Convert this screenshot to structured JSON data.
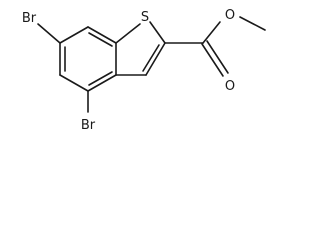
{
  "molecule": {
    "atoms": {
      "bromine_top": "Br",
      "bromine_bottom": "Br",
      "sulfur": "S",
      "carbonyl_oxygen": "O",
      "ester_oxygen": "O"
    },
    "colors": {
      "bond": "#1a1a1a",
      "background": "#ffffff"
    }
  }
}
